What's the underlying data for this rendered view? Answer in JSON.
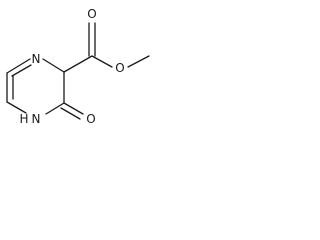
{
  "molecule": {
    "atoms": {
      "n1": "N",
      "n4": "N",
      "h4": "H",
      "o_keto": "O",
      "o_carbonyl": "O",
      "o_ester": "O"
    }
  }
}
